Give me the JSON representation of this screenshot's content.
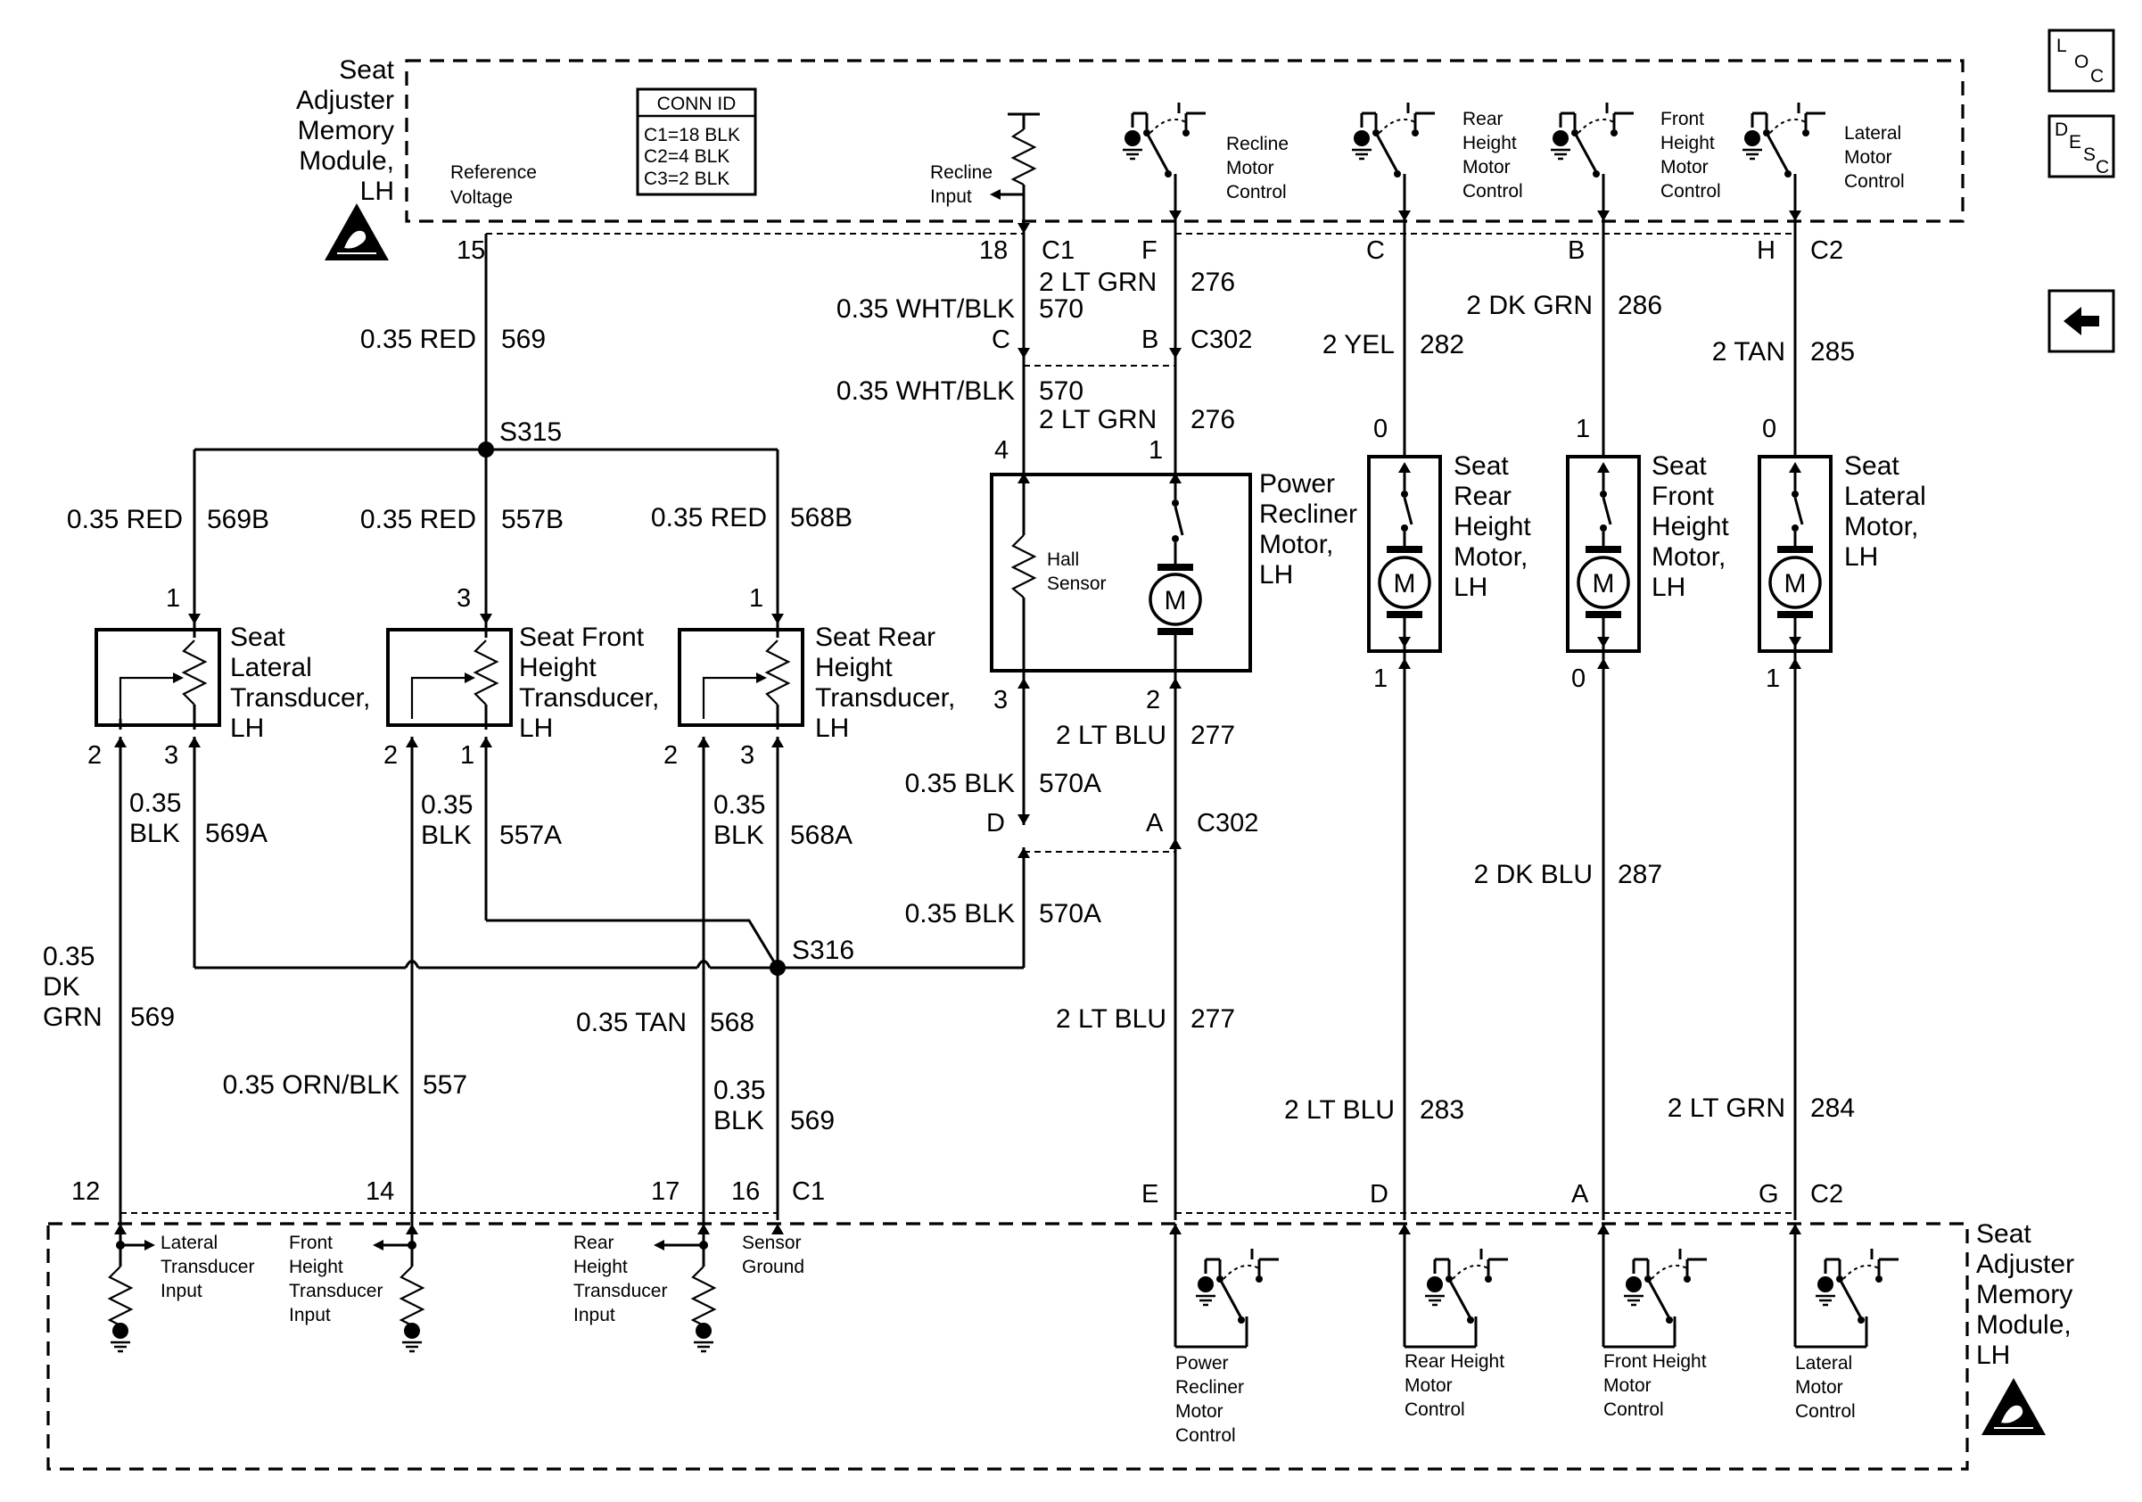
{
  "module": {
    "title_lines": [
      "Seat",
      "Adjuster",
      "Memory",
      "Module,",
      "LH"
    ],
    "top_bottom_title_lines": [
      "Seat",
      "Adjuster",
      "Memory",
      "Module,",
      "LH"
    ],
    "reference_voltage": [
      "Reference",
      "Voltage"
    ],
    "recline_input": [
      "Recline",
      "Input"
    ],
    "recline_motor_control": [
      "Recline",
      "Motor",
      "Control"
    ],
    "rear_height_motor_control": [
      "Rear",
      "Height",
      "Motor",
      "Control"
    ],
    "front_height_motor_control": [
      "Front",
      "Height",
      "Motor",
      "Control"
    ],
    "lateral_motor_control": [
      "Lateral",
      "Motor",
      "Control"
    ],
    "lateral_transducer_input": [
      "Lateral",
      "Transducer",
      "Input"
    ],
    "front_height_transducer_input": [
      "Front",
      "Height",
      "Transducer",
      "Input"
    ],
    "rear_height_transducer_input": [
      "Rear",
      "Height",
      "Transducer",
      "Input"
    ],
    "sensor_ground": [
      "Sensor",
      "Ground"
    ],
    "power_recliner_motor_control": [
      "Power",
      "Recliner",
      "Motor",
      "Control"
    ],
    "rear_height_motor_control_b": [
      "Rear Height",
      "Motor",
      "Control"
    ],
    "front_height_motor_control_b": [
      "Front Height",
      "Motor",
      "Control"
    ],
    "lateral_motor_control_b": [
      "Lateral",
      "Motor",
      "Control"
    ]
  },
  "conn_id": {
    "title": "CONN ID",
    "rows": [
      "C1=18 BLK",
      "C2=4 BLK",
      "C3=2 BLK"
    ]
  },
  "side_icons": {
    "loc": [
      "L",
      "O",
      "C"
    ],
    "desc": [
      "D",
      "E",
      "S",
      "C"
    ],
    "back_arrow": "⬅"
  },
  "pins": {
    "p15": "15",
    "p18": "18",
    "c1_top": "C1",
    "pF": "F",
    "pC_top": "C",
    "pB_top": "B",
    "pH": "H",
    "c2_top": "C2",
    "pC302_C": "C",
    "pC302_B": "B",
    "c302_top": "C302",
    "p4": "4",
    "p1_motor": "1",
    "p3_motor": "3",
    "p2_motor": "2",
    "p0_rear": "0",
    "p1_rear": "1",
    "p1_front": "1",
    "p0_front": "0",
    "p0_lat": "0",
    "p1_lat": "1",
    "p1_latT": "1",
    "p3_frontT": "3",
    "p1_rearT": "1",
    "p2_latT": "2",
    "p3_latT": "3",
    "p2_frontT": "2",
    "p1_frontT": "1",
    "p2_rearT": "2",
    "p3_rearT": "3",
    "pD_c302": "D",
    "pA_c302": "A",
    "c302_bot": "C302",
    "p12": "12",
    "p14": "14",
    "p17": "17",
    "p16": "16",
    "c1_bot": "C1",
    "pE": "E",
    "pD_bot": "D",
    "pA_bot": "A",
    "pG": "G",
    "c2_bot": "C2"
  },
  "splices": {
    "s315": "S315",
    "s316": "S316"
  },
  "wires": {
    "w569_color": "0.35 RED",
    "w569_num": "569",
    "w569B_color": "0.35 RED",
    "w569B_num": "569B",
    "w557B_color": "0.35 RED",
    "w557B_num": "557B",
    "w568B_color": "0.35 RED",
    "w568B_num": "568B",
    "w276a_color": "2 LT GRN",
    "w276a_num": "276",
    "w570a_color": "0.35 WHT/BLK",
    "w570a_num": "570",
    "w570b_color": "0.35 WHT/BLK",
    "w570b_num": "570",
    "w276b_color": "2 LT GRN",
    "w276b_num": "276",
    "w282_color": "2 YEL",
    "w282_num": "282",
    "w286_color": "2 DK GRN",
    "w286_num": "286",
    "w285_color": "2 TAN",
    "w285_num": "285",
    "w277a_color": "2 LT BLU",
    "w277a_num": "277",
    "w570Aa_color": "0.35 BLK",
    "w570Aa_num": "570A",
    "w570Ab_color": "0.35 BLK",
    "w570Ab_num": "570A",
    "w277b_color": "2 LT BLU",
    "w277b_num": "277",
    "w287_color": "2 DK BLU",
    "w287_num": "287",
    "w283_color": "2 LT BLU",
    "w283_num": "283",
    "w284_color": "2 LT GRN",
    "w284_num": "284",
    "w569A_color": [
      "0.35",
      "BLK"
    ],
    "w569A_num": "569A",
    "w557A_color": [
      "0.35",
      "BLK"
    ],
    "w557A_num": "557A",
    "w568A_color": [
      "0.35",
      "BLK"
    ],
    "w568A_num": "568A",
    "w569c_color": [
      "0.35",
      "DK",
      "GRN"
    ],
    "w569c_num": "569",
    "w557_color": "0.35 ORN/BLK",
    "w557_num": "557",
    "w568_color": "0.35 TAN",
    "w568_num": "568",
    "w569d_color": [
      "0.35",
      "BLK"
    ],
    "w569d_num": "569"
  },
  "components": {
    "lateral_transducer": [
      "Seat",
      "Lateral",
      "Transducer,",
      "LH"
    ],
    "front_transducer": [
      "Seat Front",
      "Height",
      "Transducer,",
      "LH"
    ],
    "rear_transducer": [
      "Seat Rear",
      "Height",
      "Transducer,",
      "LH"
    ],
    "recliner_motor": [
      "Power",
      "Recliner",
      "Motor,",
      "LH"
    ],
    "hall_sensor": [
      "Hall",
      "Sensor"
    ],
    "rear_height_motor": [
      "Seat",
      "Rear",
      "Height",
      "Motor,",
      "LH"
    ],
    "front_height_motor": [
      "Seat",
      "Front",
      "Height",
      "Motor,",
      "LH"
    ],
    "lateral_motor": [
      "Seat",
      "Lateral",
      "Motor,",
      "LH"
    ],
    "motor_symbol": "M"
  }
}
